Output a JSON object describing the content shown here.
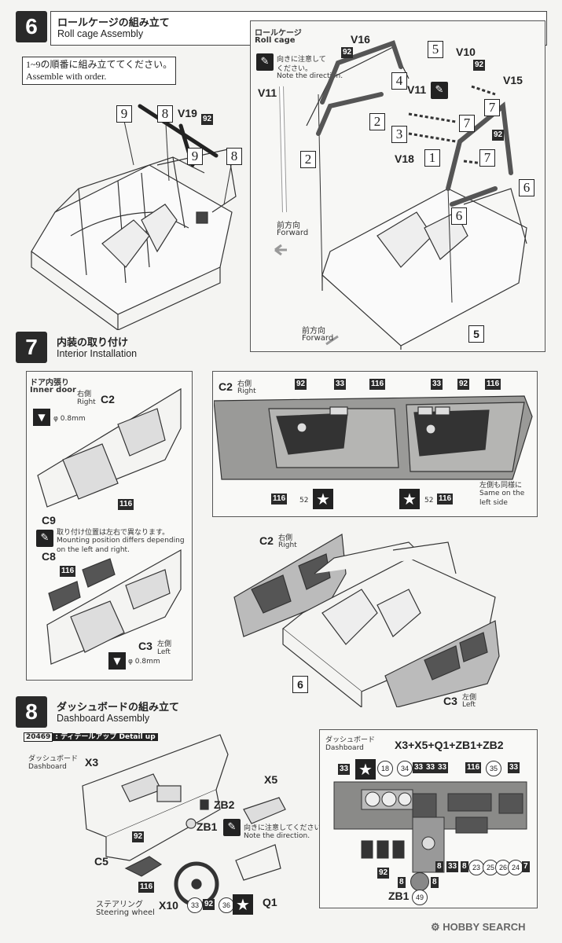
{
  "step6": {
    "number": "6",
    "title_ja": "ロールケージの組み立て",
    "title_en": "Roll cage Assembly",
    "note_ja": "1~9の順番に組み立ててください。",
    "note_en": "Assemble with order.",
    "part_v19": "V19",
    "num_92": "92",
    "seq_9": "9",
    "seq_8": "8",
    "inset": {
      "title_ja": "ロールケージ",
      "title_en": "Roll cage",
      "direction_ja": "向きに注意して",
      "direction_ja2": "ください。",
      "direction_en": "Note the direction.",
      "v11": "V11",
      "v16": "V16",
      "v10": "V10",
      "v15": "V15",
      "v18": "V18",
      "v11b": "V11",
      "forward_ja": "前方向",
      "forward_en": "Forward",
      "step_ref": "5",
      "seq": [
        "1",
        "2",
        "3",
        "4",
        "5",
        "6",
        "7"
      ]
    }
  },
  "step7": {
    "number": "7",
    "title_ja": "内装の取り付け",
    "title_en": "Interior Installation",
    "left": {
      "title_ja": "ドア内張り",
      "title_en": "Inner door",
      "right_ja": "右側",
      "right_en": "Right",
      "c2": "C2",
      "drill": "φ 0.8mm",
      "c9": "C9",
      "num_116": "116",
      "warn_ja": "取り付け位置は左右で異なります。",
      "warn_en1": "Mounting position differs depending",
      "warn_en2": "on the left and right.",
      "c8": "C8",
      "c3": "C3",
      "left_ja": "左側",
      "left_en": "Left",
      "drill2": "φ 0.8mm"
    },
    "right": {
      "c2": "C2",
      "right_ja": "右側",
      "right_en": "Right",
      "num_92": "92",
      "num_33": "33",
      "num_116": "116",
      "num_52": "52",
      "same_ja": "左側も同様に",
      "same_en1": "Same on the",
      "same_en2": "left side"
    },
    "assembly": {
      "c2": "C2",
      "right_ja": "右側",
      "right_en": "Right",
      "step_ref": "6",
      "c3": "C3",
      "left_ja": "左側",
      "left_en": "Left"
    }
  },
  "step8": {
    "number": "8",
    "title_ja": "ダッシュボードの組み立て",
    "title_en": "Dashboard Assembly",
    "detail_code": "20469",
    "detail_label": ": ディテールアップ  Detail up",
    "dash_ja": "ダッシュボード",
    "dash_en": "Dashboard",
    "x3": "X3",
    "x5": "X5",
    "zb2": "ZB2",
    "zb1": "ZB1",
    "direction_ja": "向きに注意してください。",
    "direction_en": "Note the direction.",
    "c5": "C5",
    "num_92": "92",
    "num_116": "116",
    "steer_ja": "ステアリング",
    "steer_en": "Steering wheel",
    "x10": "X10",
    "num_33": "33",
    "num_36": "36",
    "q1": "Q1",
    "panel": {
      "dash_ja": "ダッシュボード",
      "dash_en": "Dashboard",
      "formula": "X3+X5+Q1+ZB1+ZB2",
      "nums_top": [
        "33",
        "18",
        "34",
        "33",
        "33",
        "33",
        "116",
        "35",
        "33"
      ],
      "nums_bottom": [
        "8",
        "33",
        "8",
        "23",
        "25",
        "26",
        "24",
        "7"
      ],
      "num_92": "92",
      "num_8a": "8",
      "num_8b": "8",
      "zb1": "ZB1",
      "num_49": "49"
    }
  },
  "watermark": "HOBBY SEARCH"
}
